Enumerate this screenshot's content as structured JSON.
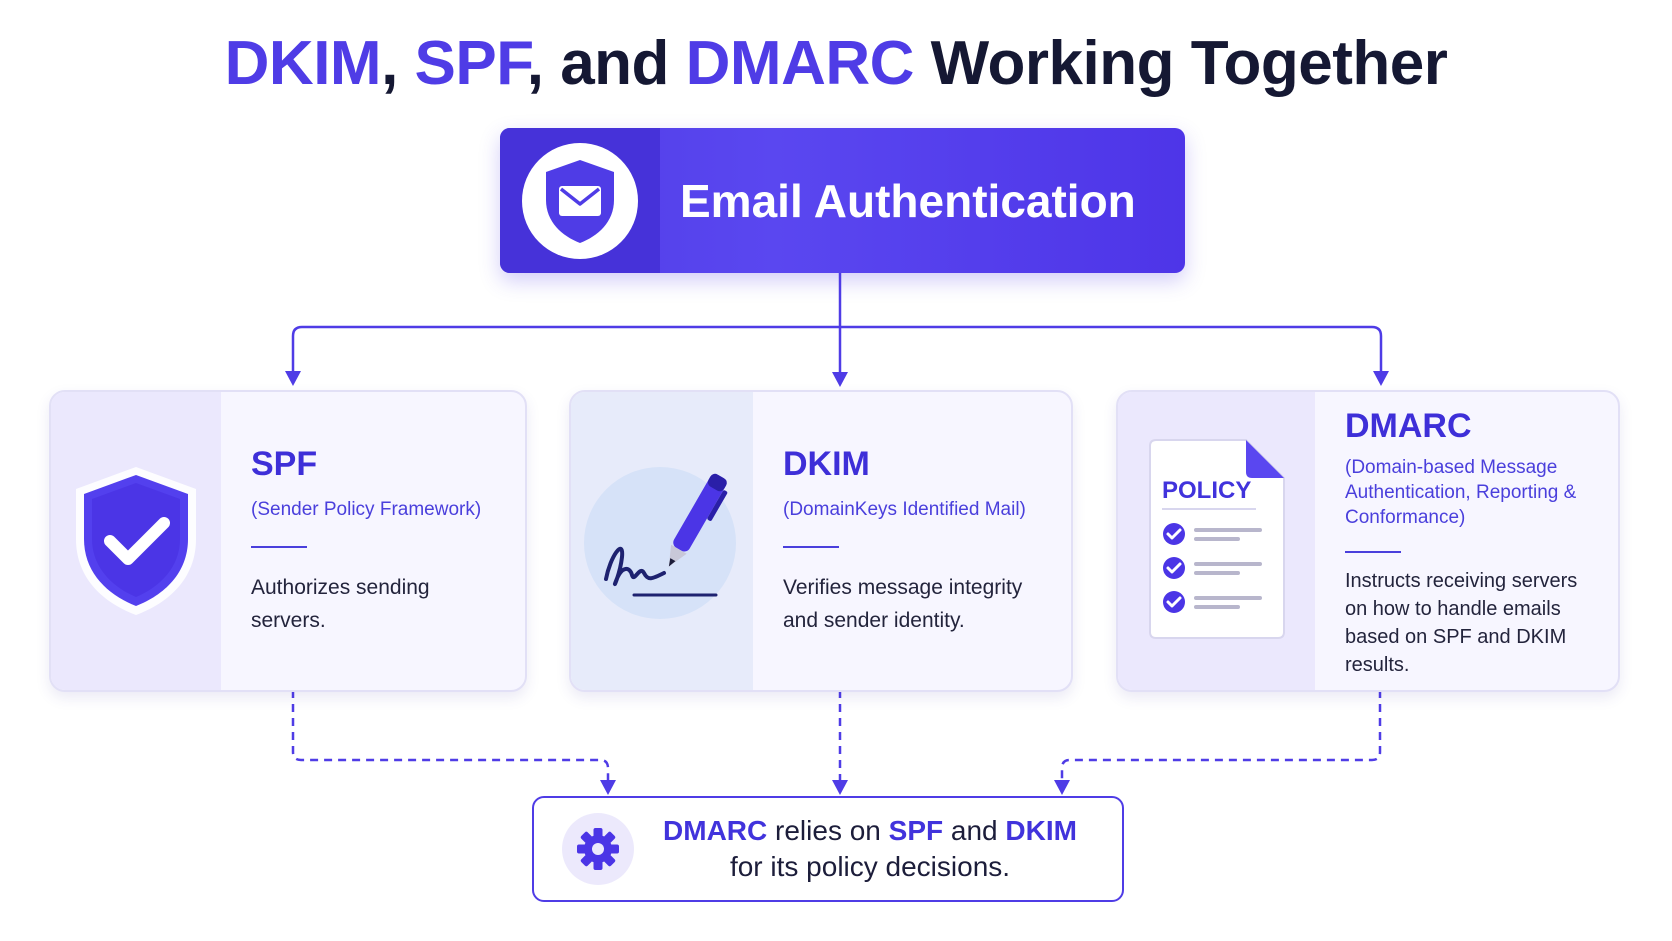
{
  "colors": {
    "accent": "#4f3ce6",
    "accent_dark": "#4632d9",
    "text_dark": "#151833",
    "card_bg": "#f7f6ff"
  },
  "title": {
    "part1": "DKIM",
    "sep1": ", ",
    "part2": "SPF",
    "sep2": ", and ",
    "part3": "DMARC",
    "rest": " Working Together"
  },
  "root": {
    "label": "Email Authentication",
    "icon": "shield-envelope-icon"
  },
  "cards": {
    "spf": {
      "title": "SPF",
      "subtitle": "(Sender Policy Framework)",
      "description_line1": "Authorizes sending",
      "description_line2": "servers.",
      "icon": "shield-check-icon"
    },
    "dkim": {
      "title": "DKIM",
      "subtitle": "(DomainKeys Identified Mail)",
      "description_line1": "Verifies message integrity",
      "description_line2": "and sender identity.",
      "icon": "pen-signature-icon"
    },
    "dmarc": {
      "title": "DMARC",
      "subtitle_line1": "(Domain-based Message",
      "subtitle_line2": "Authentication, Reporting &",
      "subtitle_line3": "Conformance)",
      "description_line1": "Instructs receiving servers",
      "description_line2": "on how to handle emails",
      "description_line3": "based on SPF and DKIM",
      "description_line4": "results.",
      "icon": "policy-document-icon",
      "doc_label": "POLICY"
    }
  },
  "note": {
    "w1": "DMARC",
    "w2": " relies on ",
    "w3": "SPF",
    "w4": " and ",
    "w5": "DKIM",
    "line2": "for its policy decisions.",
    "icon": "gear-icon"
  }
}
